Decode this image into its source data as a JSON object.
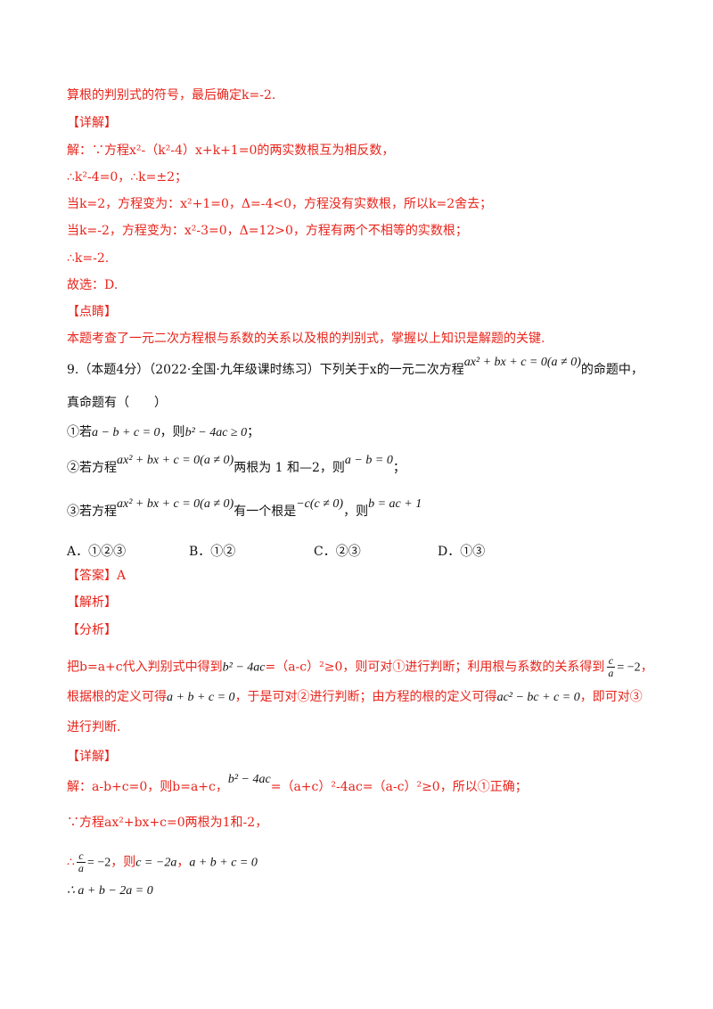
{
  "lines": {
    "l1": "算根的判别式的符号，最后确定k=-2.",
    "h1": "【详解】",
    "s1": "解：∵方程x²-（k²-4）x+k+1=0的两实数根互为相反数，",
    "s2": "∴k²-4=0，∴k=±2；",
    "s3": "当k=2，方程变为：x²+1=0，Δ=-4<0，方程没有实数根，所以k=2舍去；",
    "s4": "当k=-2，方程变为：x²-3=0，Δ=12>0，方程有两个不相等的实数根；",
    "s5": "∴k=-2.",
    "s6": "故选：D.",
    "h2": "【点睛】",
    "s7": "本题考查了一元二次方程根与系数的关系以及根的判别式，掌握以上知识是解题的关键."
  },
  "question": {
    "prefix": "9.（本题4分）（2022·全国·九年级课时练习）下列关于x的一元二次方程",
    "equation": "ax² + bx + c = 0(a ≠ 0)",
    "suffix": "的命题中，",
    "line2": "真命题有（　　）",
    "p1_label": "①若",
    "p1_cond": "a − b + c = 0",
    "p1_mid": "，则",
    "p1_res": "b² − 4ac ≥ 0",
    "p1_end": "；",
    "p2_label": "②若方程",
    "p2_eq": "ax² + bx + c = 0(a ≠ 0)",
    "p2_mid": "两根为 1 和—2，则",
    "p2_res": "a − b = 0",
    "p2_end": "；",
    "p3_label": "③若方程",
    "p3_eq": "ax² + bx + c = 0(a ≠ 0)",
    "p3_mid": "有一个根是",
    "p3_root": "−c(c ≠ 0)",
    "p3_then": "，则",
    "p3_res": "b = ac + 1",
    "choices": [
      {
        "label": "A．①②③"
      },
      {
        "label": "B．①②"
      },
      {
        "label": "C．②③"
      },
      {
        "label": "D．①③"
      }
    ]
  },
  "answer": {
    "ans": "【答案】A",
    "jiexi": "【解析】",
    "fenxi": "【分析】",
    "a1_pre": "把b=a+c代入判别式中得到",
    "a1_expr": "b² − 4ac",
    "a1_mid": "=（a-c）²≥0，则可对①进行判断；利用根与系数的关系得到",
    "a1_num": "c",
    "a1_den": "a",
    "a1_eq": "= −2",
    "a1_end": "，",
    "a2_pre": "根据根的定义可得",
    "a2_expr": "a + b + c = 0",
    "a2_mid": "，于是可对②进行判断；由方程的根的定义可得",
    "a2_expr2": "ac² − bc + c = 0",
    "a2_end": "，即可对③",
    "a3": "进行判断.",
    "xiangjie": "【详解】",
    "d1_pre": "解：a-b+c=0，则b=a+c，",
    "d1_expr": "b² − 4ac",
    "d1_post": "=（a+c）²-4ac=（a-c）²≥0，所以①正确；",
    "d2": "∵方程ax²+bx+c=0两根为1和-2，",
    "d3_pre": "∴",
    "d3_num": "c",
    "d3_den": "a",
    "d3_eq": "= −2",
    "d3_mid": "，则",
    "d3_expr": "c = −2a",
    "d3_sep": "，",
    "d3_expr2": "a + b + c = 0",
    "d4": "∴ a + b − 2a = 0"
  },
  "colors": {
    "accent": "#e8231a",
    "text": "#111111"
  }
}
